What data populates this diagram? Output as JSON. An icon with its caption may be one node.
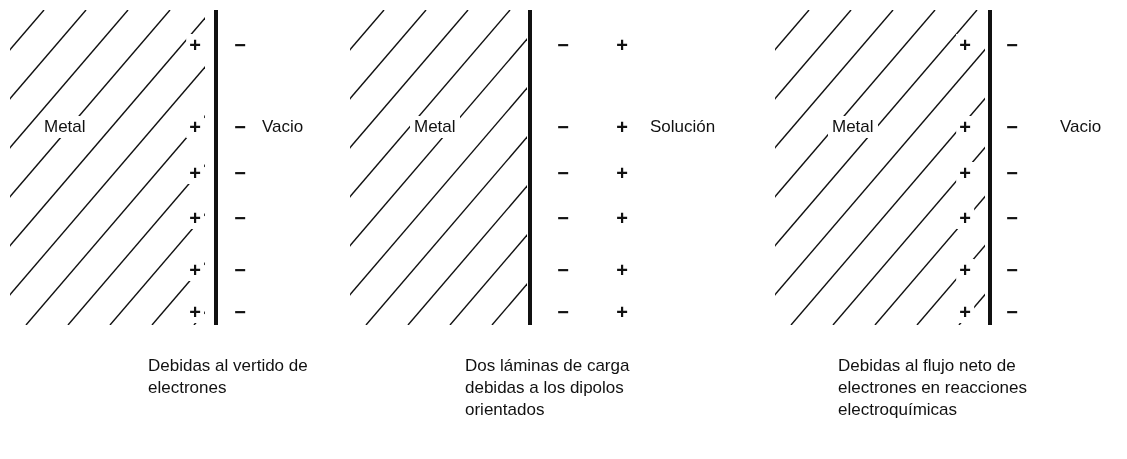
{
  "diagram": {
    "labels": [
      "Metal",
      "+",
      "+",
      "+",
      "+",
      "+",
      "+",
      "−",
      "−",
      "−",
      "−",
      "−",
      "−",
      "Vacio",
      "Debidas al vertido de electrones",
      "Metal",
      "−",
      "−",
      "−",
      "−",
      "−",
      "−",
      "+",
      "+",
      "+",
      "+",
      "+",
      "+",
      "Solución",
      "Dos láminas de carga debidas a los dipolos orientados",
      "Metal",
      "+",
      "+",
      "+",
      "+",
      "+",
      "+",
      "−",
      "−",
      "−",
      "−",
      "−",
      "−",
      "Vacio",
      "Debidas al flujo neto de electrones en reacciones electroquímicas"
    ]
  }
}
